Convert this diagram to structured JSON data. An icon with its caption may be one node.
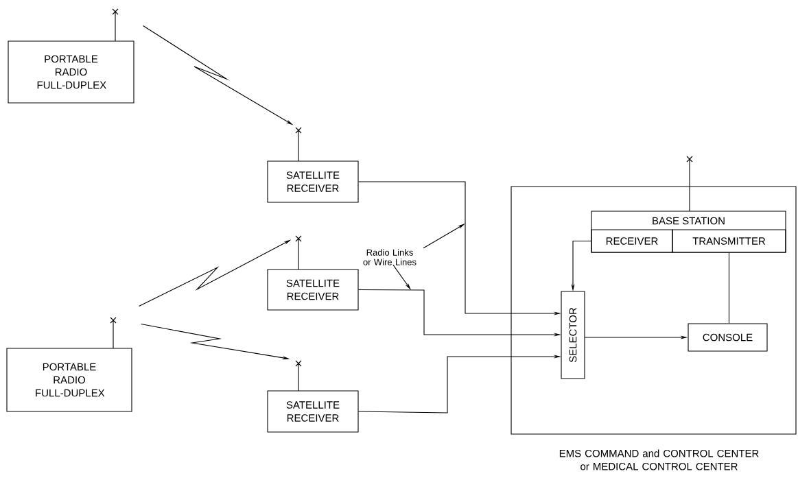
{
  "diagram": {
    "nodes": [
      {
        "text": [
          "PORTABLE RADIO FULL-DUPLEX"
        ]
      },
      {
        "text": [
          "SATELLITE RECEIVER"
        ]
      },
      {
        "text": [
          "SATELLITE RECEIVER"
        ]
      },
      {
        "text": [
          "PORTABLE RADIO FULL-DUPLEX"
        ]
      },
      {
        "text": [
          "SATELLITE RECEIVER"
        ]
      },
      {
        "text": [
          "EMS COMMAND and CONTROL CENTER or MEDICAL CONTROL CENTER"
        ]
      },
      {
        "text": [
          "BASE STATION"
        ],
        "in": 5
      },
      {
        "text": [
          "RECEIVER"
        ],
        "in": 6
      },
      {
        "text": [
          "TRANSMITTER"
        ],
        "in": 6
      },
      {
        "text": [
          "SELECTOR"
        ],
        "in": 5
      },
      {
        "text": [
          "CONSOLE"
        ],
        "in": 5
      },
      {
        "text": [
          "Radio Links or Wire Lines"
        ]
      }
    ],
    "edges": [
      {
        "from": 0,
        "to": 1,
        "arrow": "to"
      },
      {
        "from": 3,
        "to": 2,
        "arrow": "to"
      },
      {
        "from": 3,
        "to": 4,
        "arrow": "to"
      },
      {
        "from": 1,
        "to": 9,
        "arrow": "to"
      },
      {
        "from": 2,
        "to": 9,
        "arrow": "to"
      },
      {
        "from": 4,
        "to": 9,
        "arrow": "to"
      },
      {
        "from": 7,
        "to": 9,
        "arrow": "to"
      },
      {
        "from": 9,
        "to": 10,
        "arrow": "to"
      },
      {
        "from": 8,
        "to": 10,
        "arrow": "none"
      },
      {
        "from": 11,
        "to": null,
        "arrow": "to"
      },
      {
        "from": 11,
        "to": null,
        "arrow": "to"
      }
    ]
  }
}
